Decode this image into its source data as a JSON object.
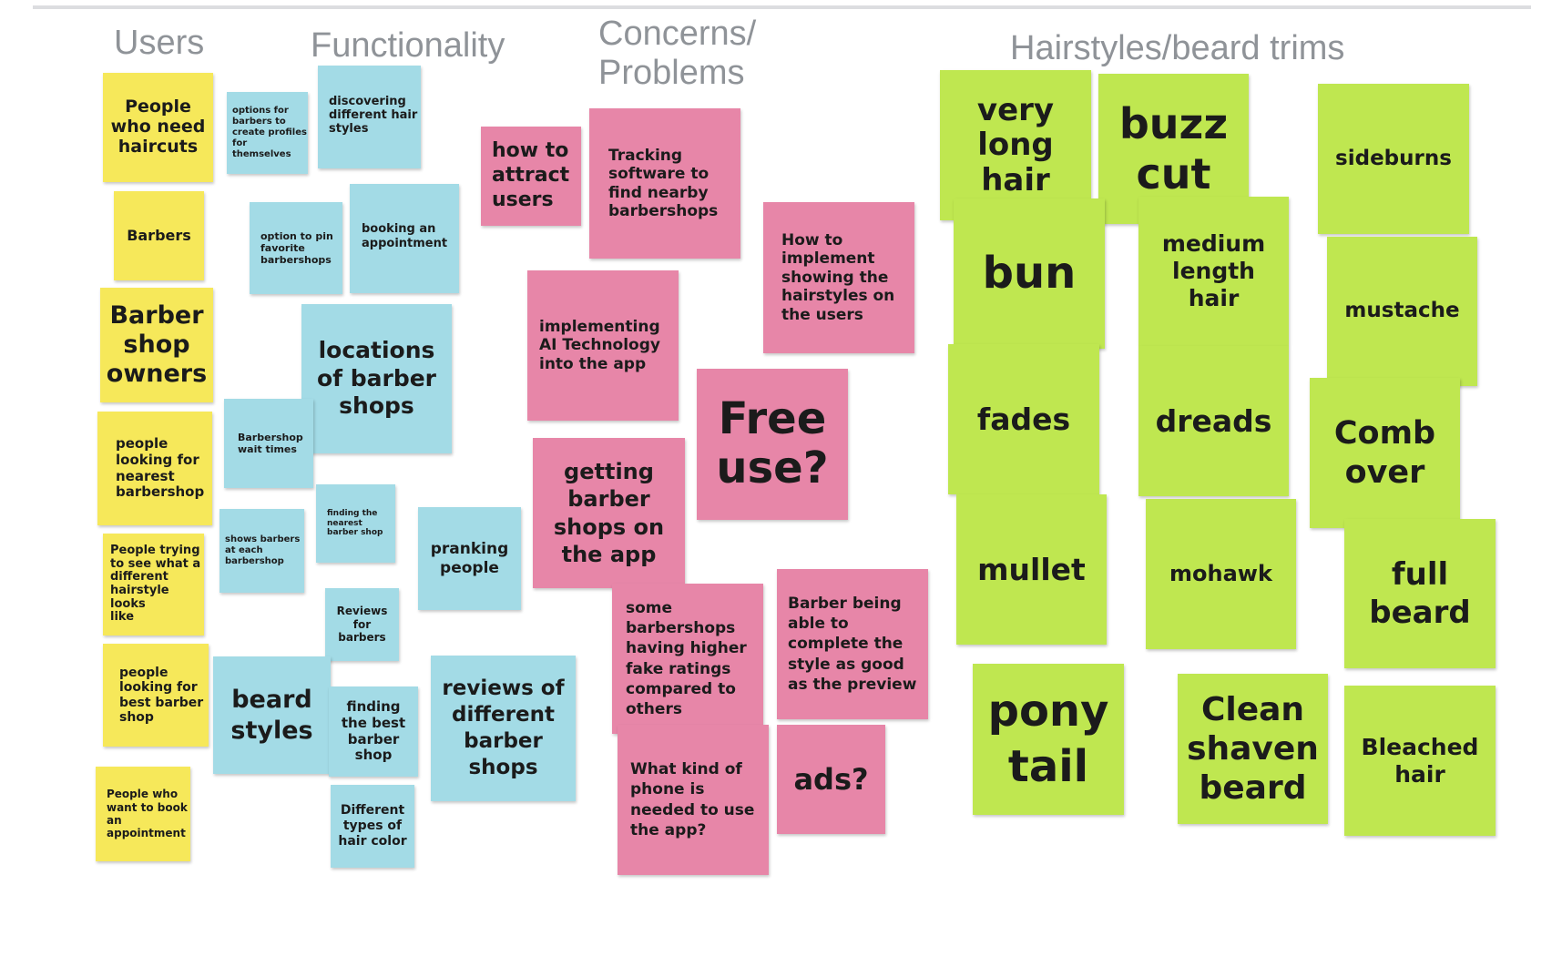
{
  "colors": {
    "yellow": "#f6e85a",
    "blue": "#a3dbe6",
    "pink": "#e786a8",
    "green": "#bfe750",
    "heading": "#8f9398"
  },
  "headings": {
    "users": "Users",
    "functionality": "Functionality",
    "concerns": "Concerns/\nProblems",
    "hairstyles": "Hairstyles/beard trims"
  },
  "users": [
    "People\nwho need\nhaircuts",
    "Barbers",
    "Barber\nshop\nowners",
    "people\nlooking for\nnearest\nbarbershop",
    "People trying\nto see what a\ndifferent\nhairstyle looks\nlike",
    "people\nlooking for\nbest barber\nshop",
    "People who\nwant to book\nan\nappointment"
  ],
  "functionality": [
    "options for\nbarbers to\ncreate profiles\nfor themselves",
    "discovering\ndifferent hair\nstyles",
    "option to pin\nfavorite\nbarbershops",
    "booking an\nappointment",
    "locations\nof barber\nshops",
    "Barbershop\nwait times",
    "shows barbers\nat each\nbarbershop",
    "finding the\nnearest\nbarber shop",
    "pranking\npeople",
    "Reviews\nfor\nbarbers",
    "beard\nstyles",
    "finding\nthe best\nbarber\nshop",
    "reviews of\ndifferent\nbarber\nshops",
    "Different\ntypes of\nhair color"
  ],
  "concerns": [
    "how to\nattract\nusers",
    "Tracking\nsoftware to\nfind nearby\nbarbershops",
    "How to\nimplement\nshowing the\nhairstyles on\nthe users",
    "implementing\nAI Technology\ninto the app",
    "Free\nuse?",
    "getting\nbarber\nshops on\nthe app",
    "some\nbarbershops\nhaving higher\nfake ratings\ncompared to\nothers",
    "Barber being\nable to\ncomplete the\nstyle as good\nas the preview",
    "What kind of\nphone is\nneeded to use\nthe app?",
    "ads?"
  ],
  "hairstyles": [
    "very\nlong\nhair",
    "buzz\ncut",
    "sideburns",
    "bun",
    "medium\nlength\nhair",
    "mustache",
    "fades",
    "dreads",
    "Comb\nover",
    "mullet",
    "mohawk",
    "full\nbeard",
    "pony\ntail",
    "Clean\nshaven\nbeard",
    "Bleached\nhair"
  ]
}
